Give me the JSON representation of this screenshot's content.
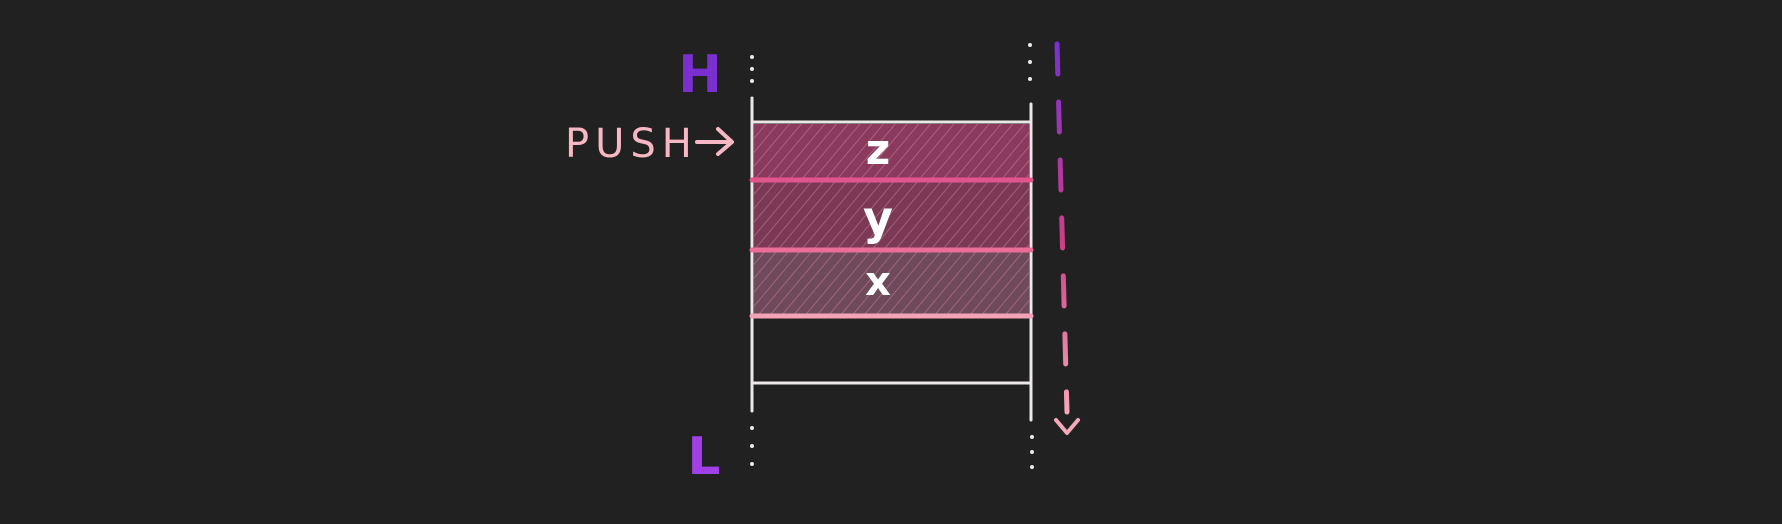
{
  "labels": {
    "high": "H",
    "low": "L",
    "push": "PUSH"
  },
  "cells": [
    {
      "label": "z",
      "fill": "#8a3a5c"
    },
    {
      "label": "y",
      "fill": "#7a3a55"
    },
    {
      "label": "x",
      "fill": "#6e4a5a"
    }
  ],
  "colors": {
    "background": "#212121",
    "stack_outline": "#ece8e8",
    "high_label": "#7b2fd0",
    "low_label": "#a240e8",
    "push_label": "#f7b8c4",
    "divider_top": "#e0558a",
    "divider_mid": "#e96f98",
    "divider_bottom": "#f3a2b8",
    "arrow_start": "#7b2fd0",
    "arrow_mid": "#cf3f86",
    "arrow_end": "#f5a8b9"
  },
  "icons": {
    "push_arrow": "right-arrow-icon",
    "direction_arrow": "down-arrow-icon"
  }
}
